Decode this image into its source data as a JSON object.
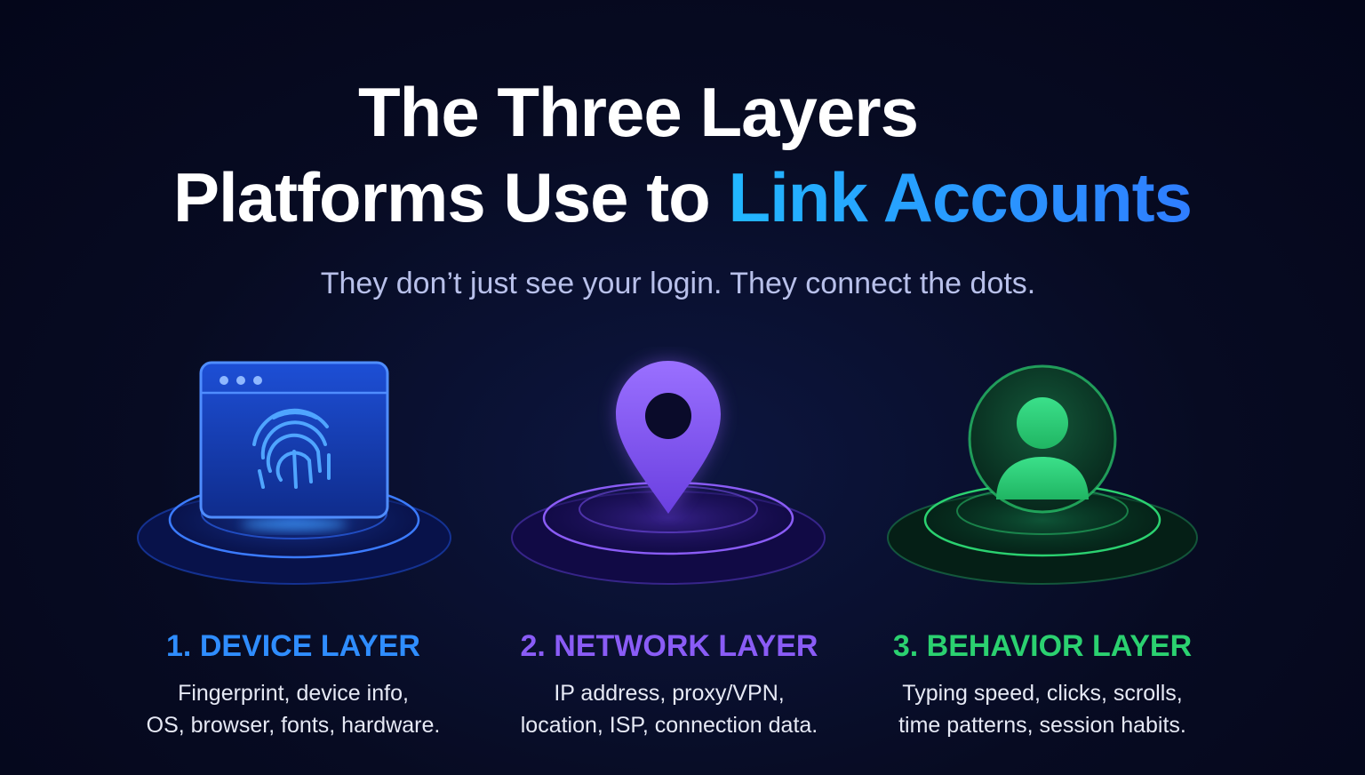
{
  "header": {
    "title_line1": "The Three Layers",
    "title_line2_prefix": "Platforms Use to ",
    "title_line2_accent": "Link Accounts",
    "subtitle": "They don’t just see your login. They connect the dots."
  },
  "layers": [
    {
      "heading": "1. DEVICE LAYER",
      "desc_line1": "Fingerprint, device info,",
      "desc_line2": "OS, browser, fonts, hardware.",
      "icon": "fingerprint-browser-icon",
      "color": "#2f8dff"
    },
    {
      "heading": "2. NETWORK LAYER",
      "desc_line1": "IP address, proxy/VPN,",
      "desc_line2": "location, ISP, connection data.",
      "icon": "location-pin-icon",
      "color": "#8a5cf6"
    },
    {
      "heading": "3. BEHAVIOR LAYER",
      "desc_line1": "Typing speed, clicks, scrolls,",
      "desc_line2": "time patterns, session habits.",
      "icon": "user-profile-icon",
      "color": "#2bd170"
    }
  ]
}
